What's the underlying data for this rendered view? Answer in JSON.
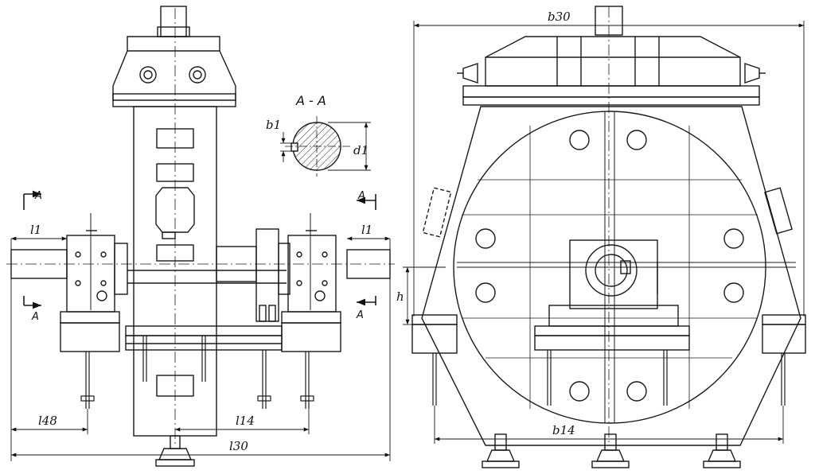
{
  "section_title": "A - A",
  "section_mark": "A",
  "dims": {
    "b1": "b1",
    "d1": "d1",
    "l1": "l1",
    "l48": "l48",
    "l14": "l14",
    "l30": "l30",
    "b30": "b30",
    "b14": "b14",
    "h": "h"
  },
  "colors": {
    "line": "#1a1a1a",
    "paper": "#ffffff",
    "fill": "#e6e6e6"
  }
}
